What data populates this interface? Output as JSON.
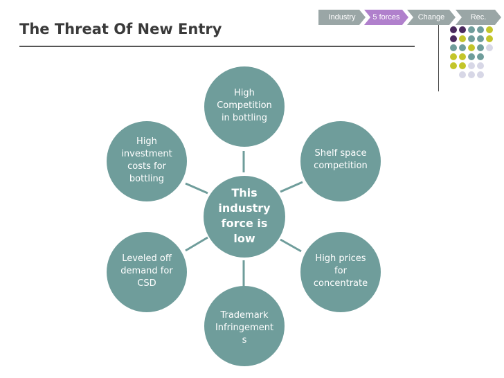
{
  "slide": {
    "title": "The Threat Of New Entry"
  },
  "nav": {
    "items": [
      {
        "label": "Industry",
        "color": "#9aa6a6"
      },
      {
        "label": "5 forces",
        "color": "#b080cc"
      },
      {
        "label": "Change",
        "color": "#9aa6a6"
      },
      {
        "label": "Rec.",
        "color": "#9aa6a6"
      }
    ],
    "active_index": 1
  },
  "colors": {
    "node_fill": "#6f9d9b",
    "connector": "#6f9d9b",
    "title_rule": "#555555",
    "dot_palette": [
      "#4a2a5e",
      "#6f9d9b",
      "#c3c52a",
      "#d7d7e6"
    ]
  },
  "diagram": {
    "center": {
      "label": "This\nindustry\nforce is\nlow"
    },
    "forces": [
      {
        "label": "High\nCompetition\nin bottling"
      },
      {
        "label": "Shelf space\ncompetition"
      },
      {
        "label": "High prices\nfor\nconcentrate"
      },
      {
        "label": "Trademark\nInfringement\ns"
      },
      {
        "label": "Leveled off\ndemand for\nCSD"
      },
      {
        "label": "High\ninvestment\ncosts for\nbottling"
      }
    ]
  }
}
